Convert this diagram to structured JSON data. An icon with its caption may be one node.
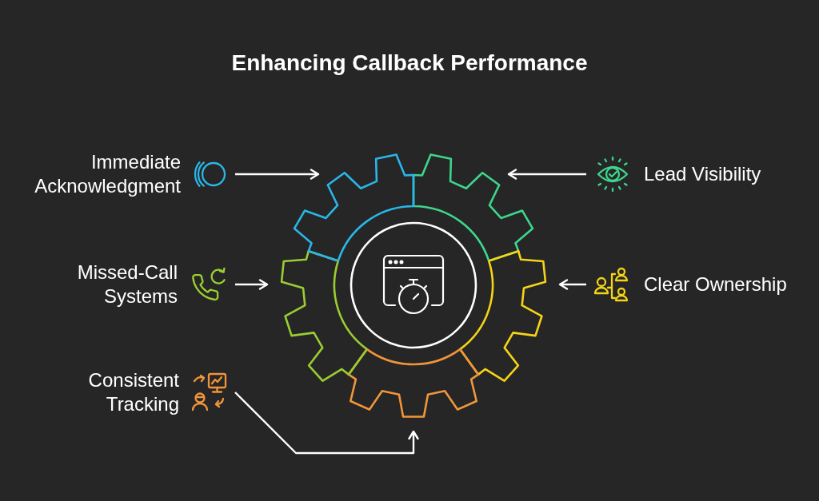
{
  "diagram": {
    "title": "Enhancing Callback Performance",
    "nodes": [
      {
        "text": [
          "Immediate Acknowledgment"
        ]
      },
      {
        "text": [
          "Lead Visibility"
        ]
      },
      {
        "text": [
          "Missed-Call Systems"
        ]
      },
      {
        "text": [
          "Clear Ownership"
        ]
      },
      {
        "text": [
          "Consistent Tracking"
        ]
      },
      {
        "text": [],
        "shape": "gear"
      }
    ],
    "edges": [
      {
        "from": 0,
        "to": 5,
        "arrow": "to"
      },
      {
        "from": 1,
        "to": 5,
        "arrow": "to"
      },
      {
        "from": 2,
        "to": 5,
        "arrow": "to"
      },
      {
        "from": 3,
        "to": 5,
        "arrow": "to"
      },
      {
        "from": 4,
        "to": 5,
        "arrow": "to"
      }
    ]
  }
}
